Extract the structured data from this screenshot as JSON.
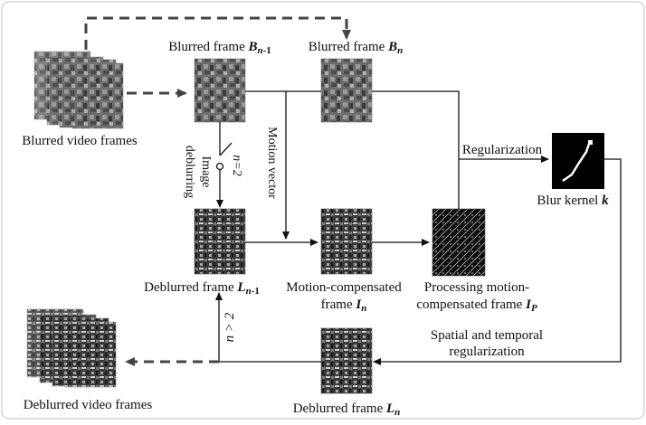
{
  "nodes": {
    "blurred_video": {
      "label": "Blurred video frames"
    },
    "blurred_prev": {
      "label_main": "Blurred frame ",
      "symbol": "B",
      "sub": "n",
      "sub_suffix": "-1"
    },
    "blurred_cur": {
      "label_main": "Blurred frame ",
      "symbol": "B",
      "sub": "n"
    },
    "blur_kernel": {
      "label_main": "Blur kernel ",
      "symbol": "k"
    },
    "deblurred_prev": {
      "label_main": "Deblurred frame ",
      "symbol": "L",
      "sub": "n",
      "sub_suffix": "-1"
    },
    "motion_comp": {
      "line1": "Motion-compensated",
      "line2_main": "frame ",
      "symbol": "I",
      "sub": "n"
    },
    "processing": {
      "line1": "Processing motion-",
      "line2_main": "compensated frame ",
      "symbol": "I",
      "sub": "P"
    },
    "deblurred_cur": {
      "label_main": "Deblurred frame ",
      "symbol": "L",
      "sub": "n"
    },
    "deblurred_video": {
      "label": "Deblurred video frames"
    }
  },
  "edges": {
    "image_deblurring": {
      "line1": "Image",
      "line2": "deblurring"
    },
    "n_eq_2": "n=2",
    "motion_vector": "Motion vector",
    "regularization": "Regularization",
    "spatial_temporal": {
      "line1": "Spatial and temporal",
      "line2": "regularization"
    },
    "n_gt_2": "n > 2"
  }
}
